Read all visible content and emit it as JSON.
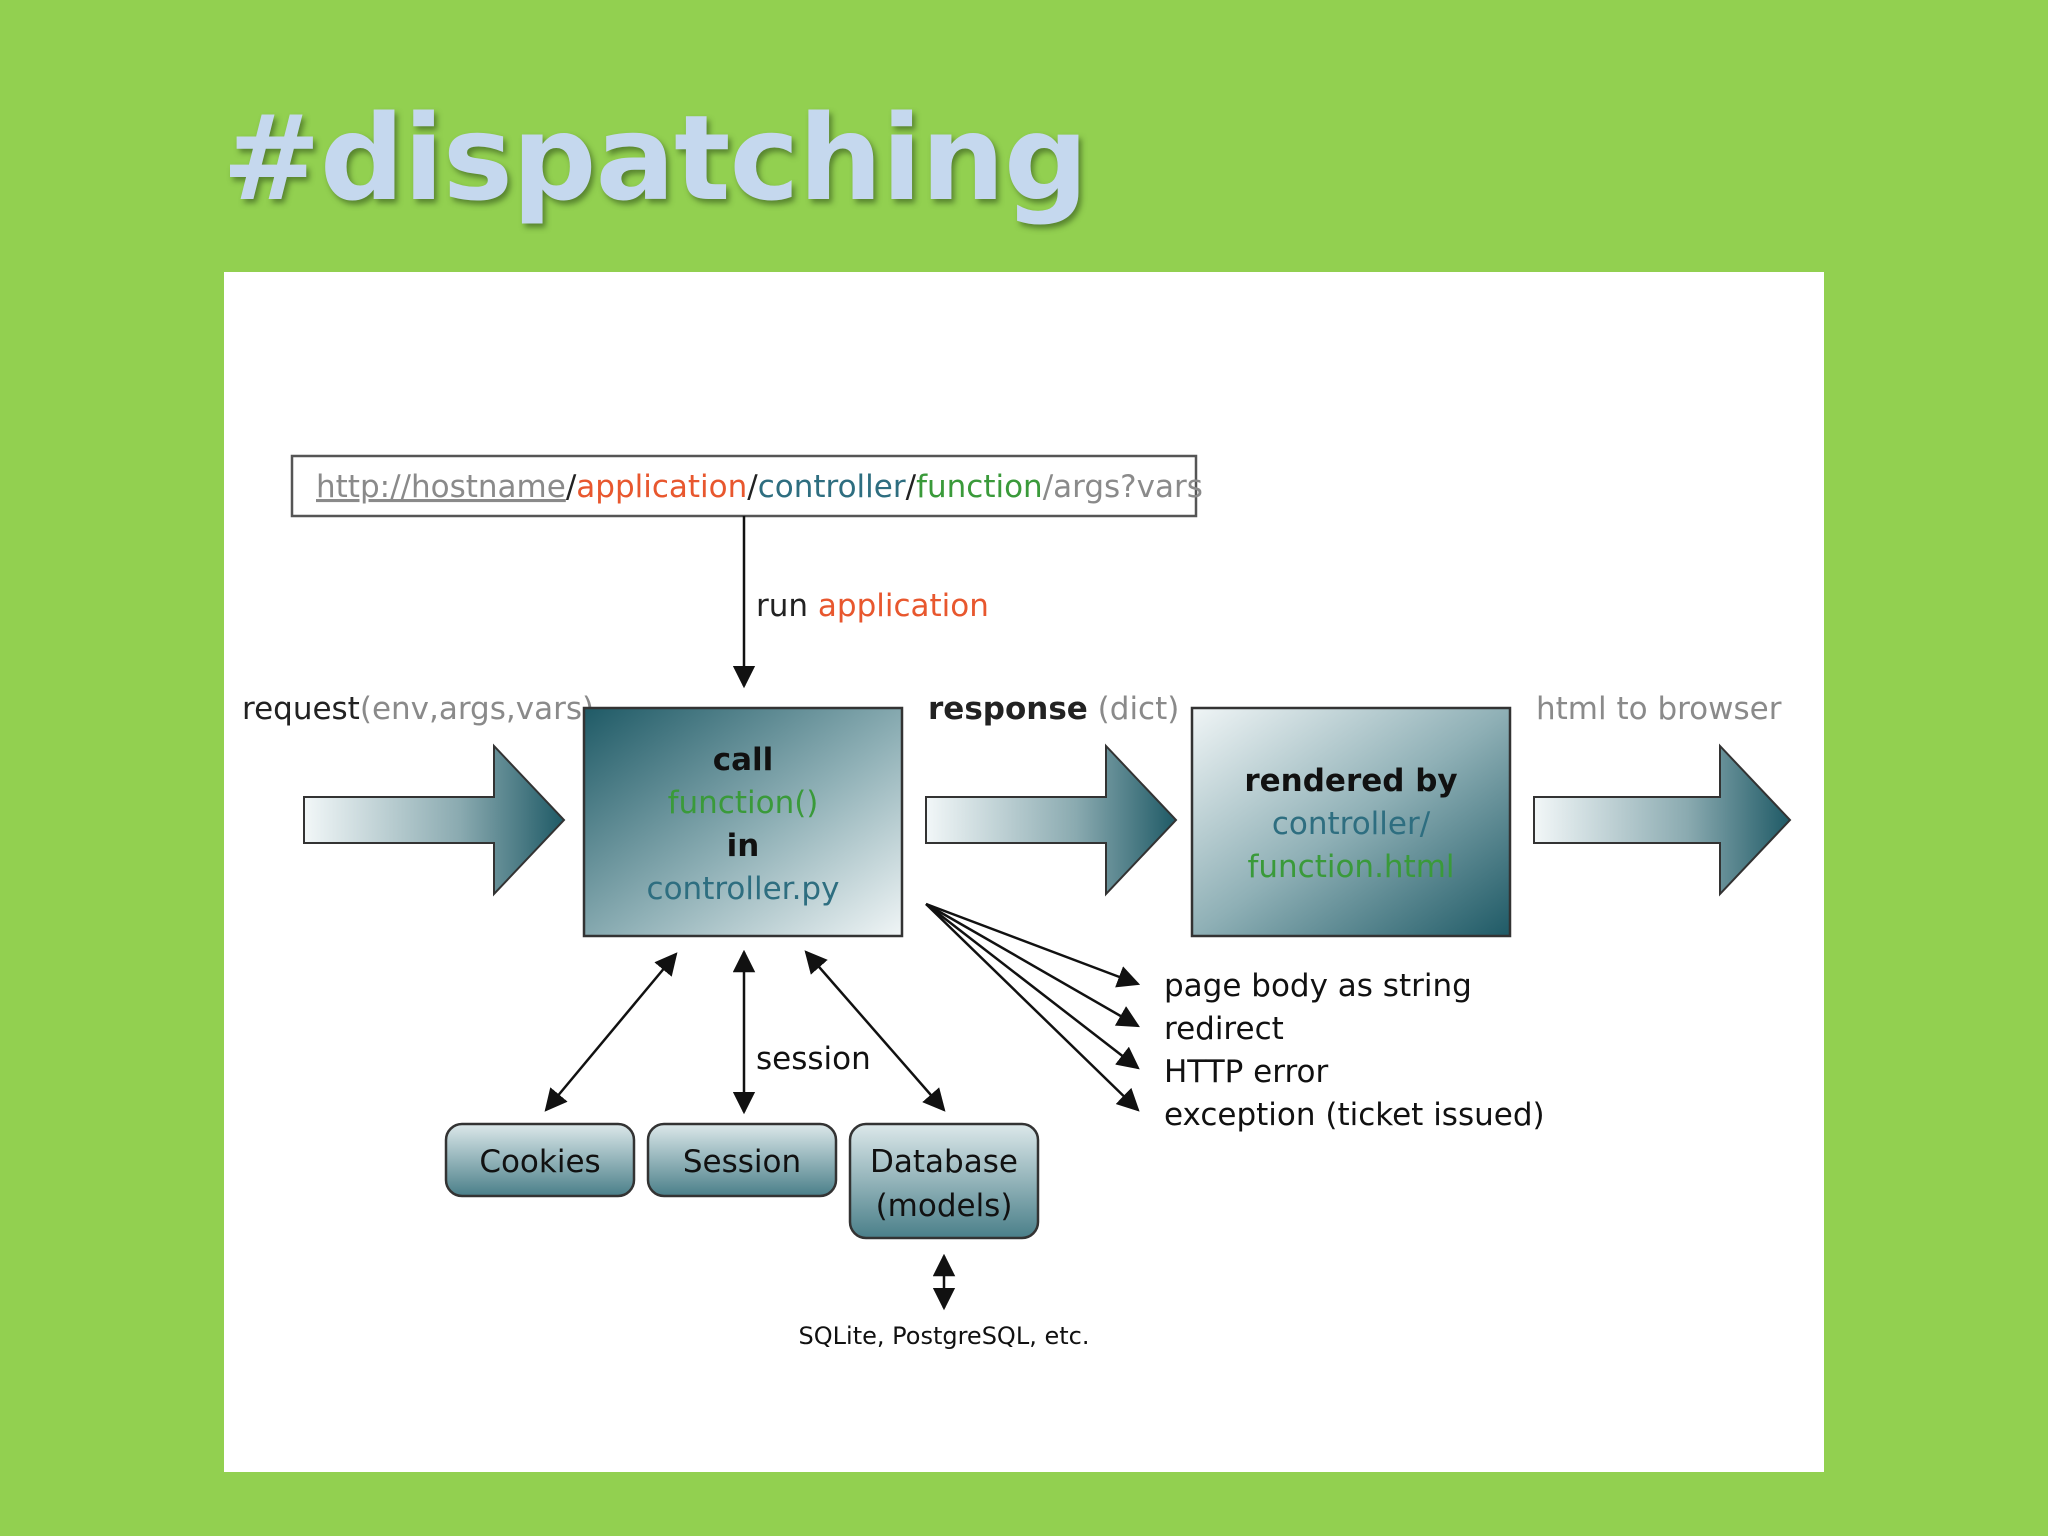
{
  "slide": {
    "title": "#dispatching"
  },
  "url": {
    "hostname": "http://hostname",
    "sep1": "/",
    "application": "application",
    "sep2": "/",
    "controller": "controller",
    "sep3": "/",
    "function": "function",
    "rest": "/args?vars"
  },
  "run_label": {
    "prefix": "run ",
    "app": "application"
  },
  "request_label": {
    "word": "request",
    "args": "(env,args,vars)"
  },
  "response_label": {
    "word": "response",
    "args": " (dict)"
  },
  "browser_label": "html to browser",
  "call_box": {
    "line1": "call",
    "line2": "function()",
    "line3": "in",
    "line4": "controller.py"
  },
  "render_box": {
    "line1": "rendered by",
    "line2": "controller/",
    "line3": "function.html"
  },
  "outcomes": [
    "page body as string",
    "redirect",
    "HTTP error",
    "exception (ticket issued)"
  ],
  "session_label": "session",
  "stores": {
    "cookies": "Cookies",
    "session": "Session",
    "db_line1": "Database",
    "db_line2": "(models)"
  },
  "db_note": "SQLite, PostgreSQL, etc.",
  "colors": {
    "background": "#92d050",
    "title": "#c5d8ee",
    "application": "#e8572e",
    "controller": "#2e6e80",
    "function": "#3a9a3a",
    "gray_text": "#8a8a8a",
    "box_dark": "#1f5a66",
    "box_light": "#eef4f5"
  }
}
